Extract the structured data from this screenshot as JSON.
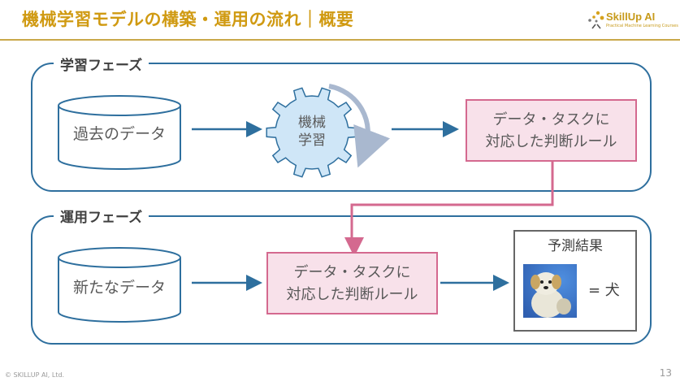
{
  "header": {
    "title": "機械学習モデルの構築・運用の流れ｜概要",
    "logo_name": "SkillUp AI",
    "logo_tagline": "Practical Machine Learning Courses"
  },
  "colors": {
    "title": "#d09a12",
    "phase_border": "#2e6f9e",
    "arrow": "#2e6f9e",
    "rule_fill": "#f8e1ea",
    "rule_border": "#d4698f",
    "gear_fill": "#cfe6f7",
    "cycle_arrow": "#a9b8cf"
  },
  "training_phase": {
    "label": "学習フェーズ",
    "data_store": "過去のデータ",
    "process_line1": "機械",
    "process_line2": "学習",
    "output_line1": "データ・タスクに",
    "output_line2": "対応した判断ルール"
  },
  "operation_phase": {
    "label": "運用フェーズ",
    "data_store": "新たなデータ",
    "rule_line1": "データ・タスクに",
    "rule_line2": "対応した判断ルール",
    "result_title": "予測結果",
    "result_value": "= 犬",
    "result_image": "dog-photo"
  },
  "footer": {
    "copyright": "© SKILLUP AI, Ltd.",
    "page_number": "13"
  }
}
